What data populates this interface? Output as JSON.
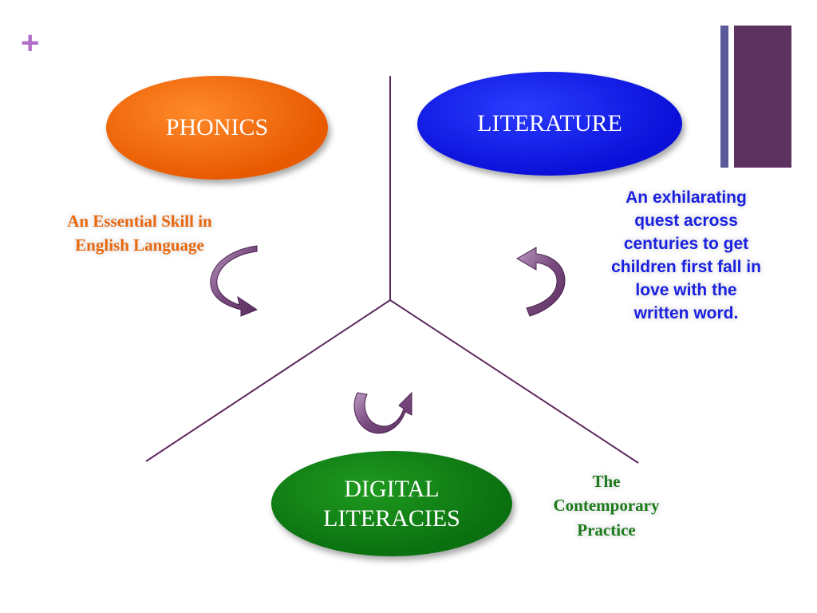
{
  "slide": {
    "plus_symbol": "+"
  },
  "nodes": {
    "phonics": {
      "label": "PHONICS",
      "caption_lines": [
        "An Essential Skill in",
        "English Language"
      ],
      "color": "#e85a00",
      "caption_color": "#e8660c"
    },
    "literature": {
      "label": "LITERATURE",
      "caption_lines": [
        "An exhilarating",
        "quest across",
        "centuries to get",
        "children first fall in",
        "love with the",
        "written word."
      ],
      "color": "#0a10d8",
      "caption_color": "#1a20e0"
    },
    "digital": {
      "label_lines": [
        "DIGITAL",
        "LITERACIES"
      ],
      "caption_lines": [
        "The",
        "Contemporary",
        "Practice"
      ],
      "color": "#0a7010",
      "caption_color": "#1a7a1a"
    }
  },
  "colors": {
    "divider_lines": "#5e2a5e",
    "arrow_fill": "#7a4a7e",
    "accent_bar_dark": "#5e3260",
    "accent_bar_light": "#5a5a9a",
    "plus": "#b070c8"
  }
}
